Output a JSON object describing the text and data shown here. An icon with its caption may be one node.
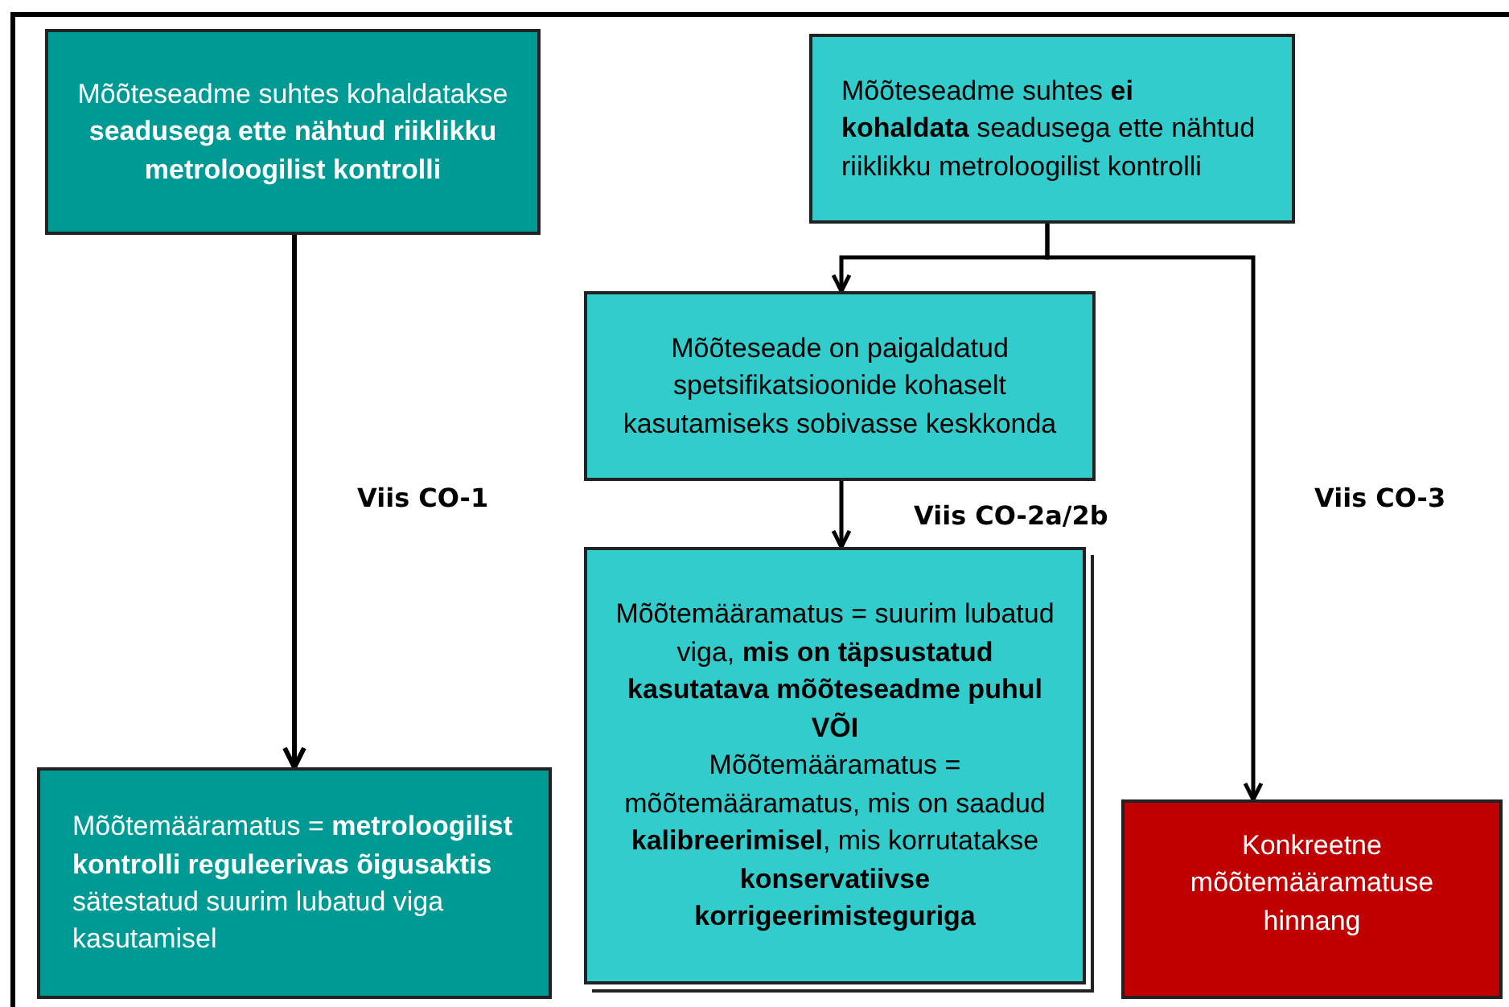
{
  "diagram": {
    "nodes": [
      {
        "text": [
          "Mõõteseadme suhtes kohaldatakse **seadusega ette nähtud riiklikku metroloogilist kontrolli**"
        ]
      },
      {
        "text": [
          "Mõõteseadme suhtes **ei kohaldata** seadusega ette nähtud riiklikku metroloogilist kontrolli"
        ]
      },
      {
        "text": [
          "Mõõteseade on paigaldatud spetsifikatsioonide kohaselt kasutamiseks sobivasse keskkonda"
        ]
      },
      {
        "text": [
          "Mõõtemääramatus = suurim lubatud viga, **mis on täpsustatud kasutatava mõõteseadme puhul VÕI**",
          "Mõõtemääramatus = mõõtemääramatus, mis on saadud **kalibreerimisel**, mis korrutatakse **konservatiivse korrigeerimisteguriga**"
        ]
      },
      {
        "text": [
          "Mõõtemääramatus = **metroloogilist kontrolli reguleerivas õigusaktis** sätestatud suurim lubatud viga kasutamisel"
        ]
      },
      {
        "text": [
          "Konkreetne mõõtemääramatuse hinnang"
        ]
      }
    ],
    "edges": [
      {
        "from": 0,
        "to": 4,
        "arrow": "to",
        "label": "Viis CO-1"
      },
      {
        "from": 1,
        "to": 2,
        "arrow": "to"
      },
      {
        "from": 1,
        "to": 5,
        "arrow": "to",
        "label": "Viis CO-3"
      },
      {
        "from": 2,
        "to": 3,
        "arrow": "to",
        "label": "Viis CO-2a/2b"
      }
    ]
  }
}
